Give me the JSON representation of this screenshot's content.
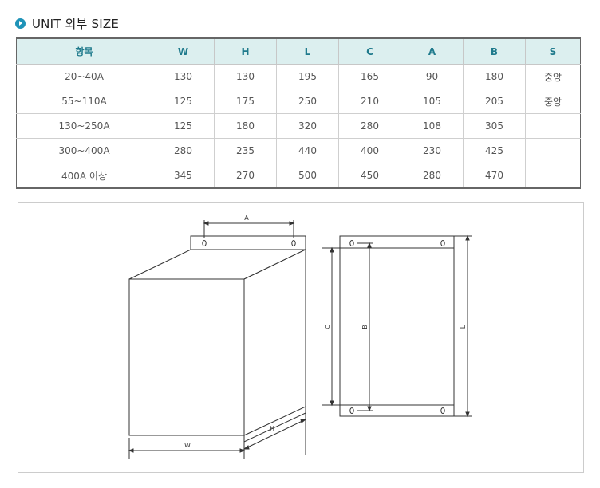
{
  "heading": {
    "title": "UNIT 외부 SIZE",
    "icon": "circle-arrow-icon",
    "accent": "#1f93b8"
  },
  "table": {
    "headers": [
      "항목",
      "W",
      "H",
      "L",
      "C",
      "A",
      "B",
      "S"
    ],
    "rows": [
      [
        "20~40A",
        "130",
        "130",
        "195",
        "165",
        "90",
        "180",
        "중앙"
      ],
      [
        "55~110A",
        "125",
        "175",
        "250",
        "210",
        "105",
        "205",
        "중앙"
      ],
      [
        "130~250A",
        "125",
        "180",
        "320",
        "280",
        "108",
        "305",
        ""
      ],
      [
        "300~400A",
        "280",
        "235",
        "440",
        "400",
        "230",
        "425",
        ""
      ],
      [
        "400A 이상",
        "345",
        "270",
        "500",
        "450",
        "280",
        "470",
        ""
      ]
    ],
    "header_bg": "#dcefef",
    "header_color": "#1f7a8c"
  },
  "drawing": {
    "labels": {
      "a": "A",
      "w": "W",
      "h": "H",
      "c": "C",
      "b": "B",
      "l": "L"
    }
  }
}
